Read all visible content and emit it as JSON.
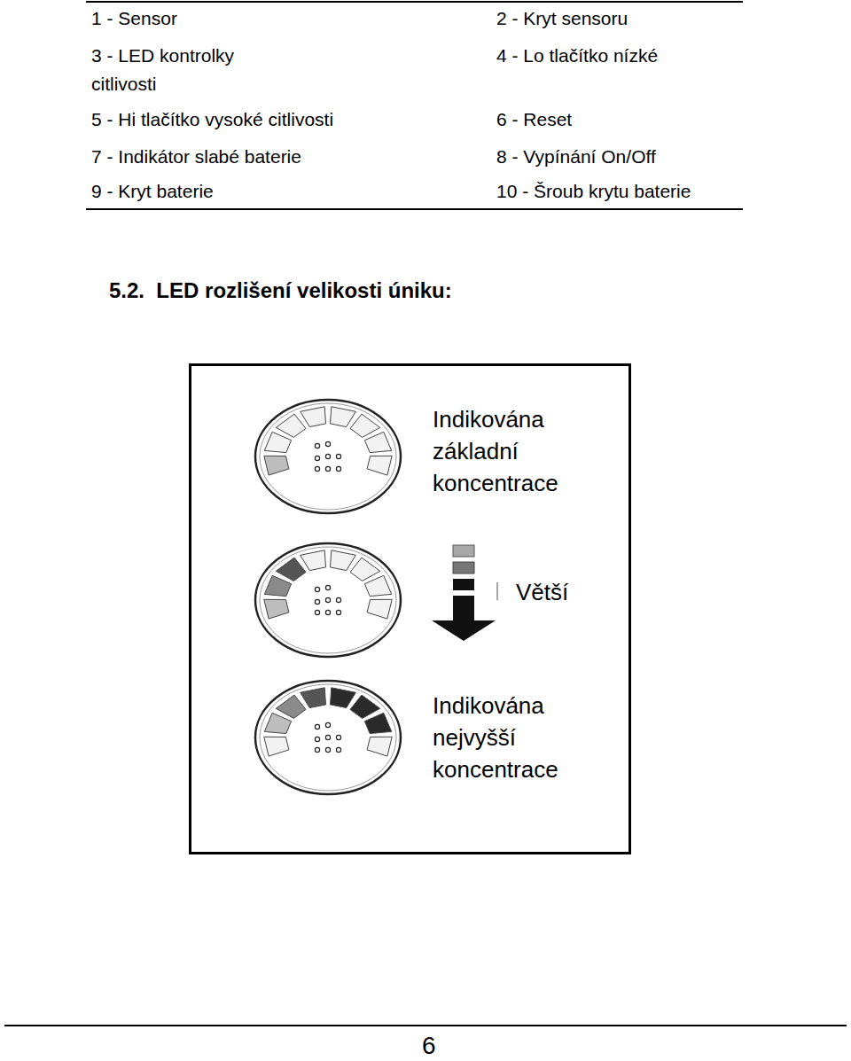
{
  "diagram": {
    "title": "5.2.  LED rozlišení velikosti úniku:",
    "nodes": [
      {
        "text": [
          "Indikována základní koncentrace",
          "Větší",
          "Indikována nejvyšší koncentrace"
        ]
      }
    ],
    "labels": [
      "1 - Sensor",
      "2 - Kryt sensoru",
      "3 - LED kontrolky",
      "4 - Lo tlačítko nízké",
      "citlivosti",
      "5 - Hi tlačítko vysoké citlivosti",
      "6 - Reset",
      "7 - Indikátor slabé baterie",
      "8 - Vypínání On/Off",
      "9 - Kryt baterie",
      "10 - Šroub krytu baterie",
      "6"
    ]
  }
}
